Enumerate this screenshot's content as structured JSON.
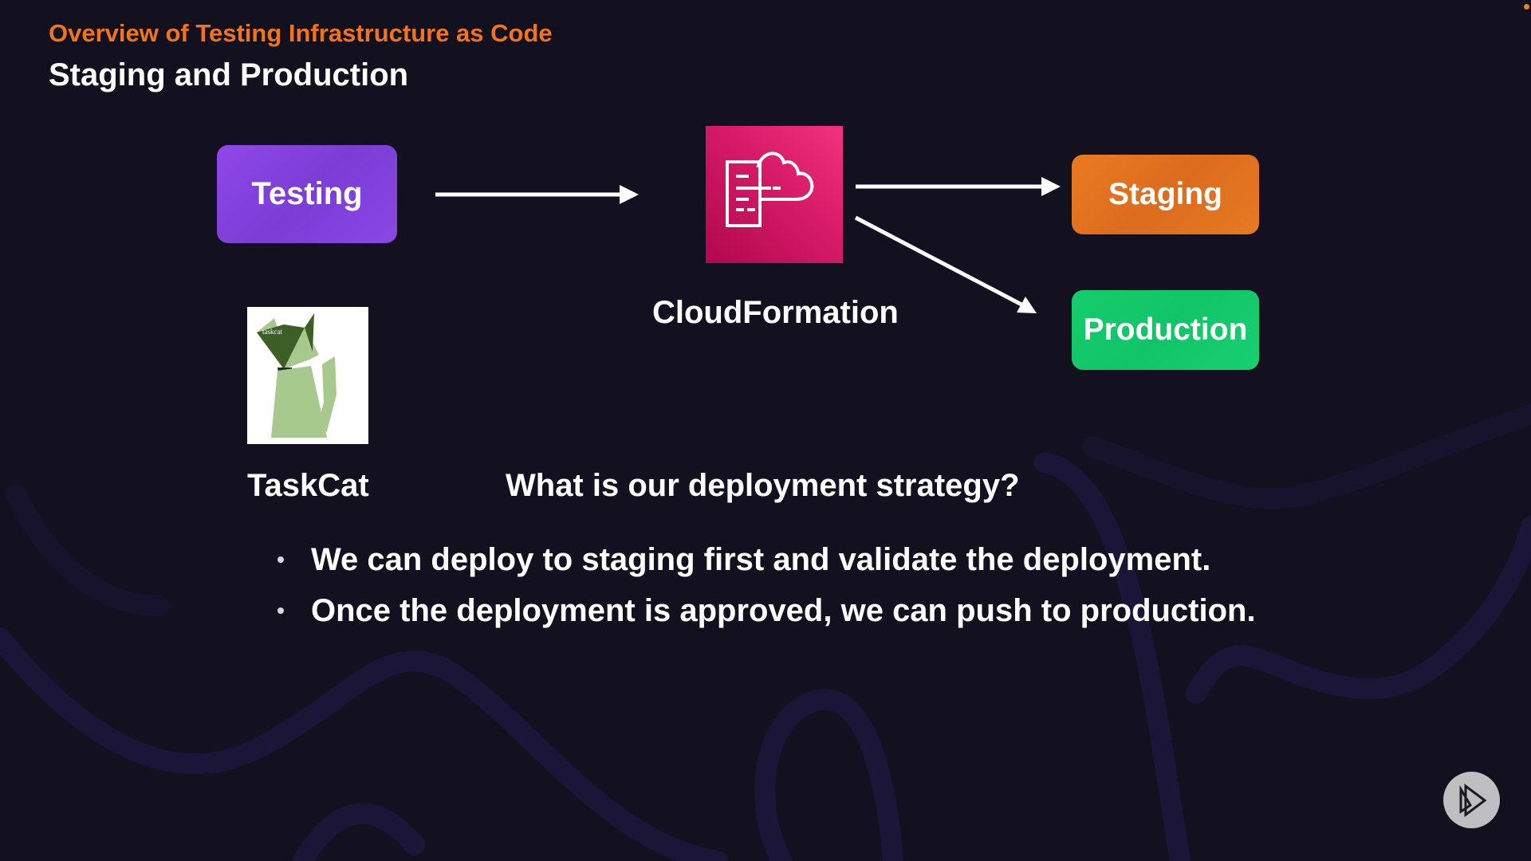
{
  "header": {
    "subtitle": "Overview of Testing Infrastructure as Code",
    "title": "Staging and Production"
  },
  "diagram": {
    "testing_label": "Testing",
    "cloudformation_label": "CloudFormation",
    "cloudformation_icon": "cloudformation-template-cloud-icon",
    "staging_label": "Staging",
    "production_label": "Production",
    "taskcat_label": "TaskCat",
    "taskcat_logo_text": "taskcat",
    "colors": {
      "testing": "#8642df",
      "cloudformation": "#d61a67",
      "staging": "#e4741f",
      "production": "#14c96a",
      "accent": "#f0741c"
    }
  },
  "content": {
    "question": "What is our deployment strategy?",
    "bullets": [
      "We can deploy to staging first and validate the deployment.",
      "Once the deployment is approved, we can push to production."
    ]
  },
  "branding": {
    "logo_icon": "pluralsight-play-icon"
  }
}
